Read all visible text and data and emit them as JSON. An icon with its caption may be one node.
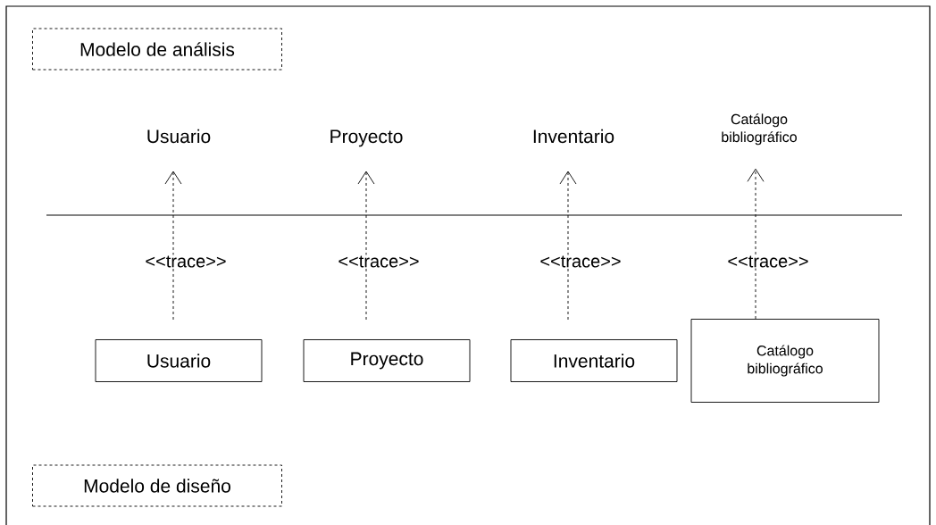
{
  "diagram": {
    "nodes": [
      {
        "text": [
          "Modelo de análisis"
        ]
      },
      {
        "text": [
          "Usuario"
        ]
      },
      {
        "text": [
          "Proyecto"
        ]
      },
      {
        "text": [
          "Inventario"
        ]
      },
      {
        "text": [
          "Catálogo bibliográfico"
        ]
      },
      {
        "text": [
          "Usuario"
        ]
      },
      {
        "text": [
          "Proyecto"
        ]
      },
      {
        "text": [
          "Inventario"
        ]
      },
      {
        "text": [
          "Catálogo bibliográfico"
        ]
      },
      {
        "text": [
          "Modelo de diseño"
        ]
      }
    ],
    "edges": [
      {
        "from": 5,
        "to": 1,
        "arrow": "to",
        "label": "<<trace>>",
        "style": "dashed"
      },
      {
        "from": 6,
        "to": 2,
        "arrow": "to",
        "label": "<<trace>>",
        "style": "dashed"
      },
      {
        "from": 7,
        "to": 3,
        "arrow": "to",
        "label": "<<trace>>",
        "style": "dashed"
      },
      {
        "from": 8,
        "to": 4,
        "arrow": "to",
        "label": "<<trace>>",
        "style": "dashed"
      }
    ]
  }
}
